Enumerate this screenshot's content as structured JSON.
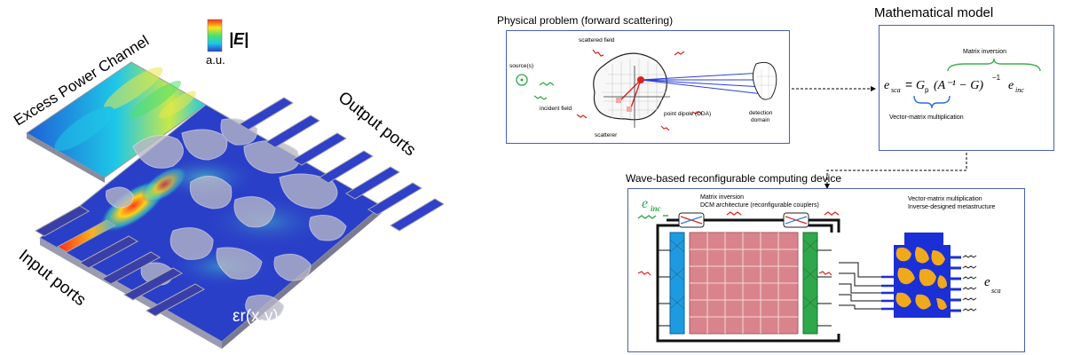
{
  "left_panel": {
    "colorbar_label": "|E|",
    "colorbar_unit": "a.u.",
    "labels": {
      "excess": "Excess Power Channel",
      "output": "Output ports",
      "input": "Input ports",
      "eps": "εr(x,y)"
    }
  },
  "physical_problem": {
    "title": "Physical problem (forward scattering)",
    "labels": {
      "source": "source(s)",
      "scattered": "scattered field",
      "incident": "incident field",
      "scatterer": "scatterer",
      "dipole": "point dipole (DDA)",
      "detection1": "detection",
      "detection2": "domain"
    }
  },
  "math_model": {
    "title": "Mathematical model",
    "matrix_inversion": "Matrix inversion",
    "vmm": "Vector-matrix multiplication",
    "equation": {
      "lhs": "e",
      "lhs_sub": "sca",
      "G": "G",
      "G_sub": "p",
      "inner": "(A⁻¹ − G)",
      "exp": "−1",
      "rhs": "e",
      "rhs_sub": "inc"
    }
  },
  "device": {
    "title": "Wave-based reconfigurable computing device",
    "e_inc": "e",
    "e_inc_sub": "inc",
    "dcm1": "Matrix inversion",
    "dcm2": "DCM architecture (reconfigurable couplers)",
    "vmm1": "Vector-matrix multiplication",
    "vmm2": "Inverse-designed metastructure",
    "e_sca": "e",
    "e_sca_sub": "sca"
  },
  "colors": {
    "substrate": "#2a3fc8",
    "pattern": "#b3b3c2",
    "metastructure_blue": "#1a2fd6",
    "metastructure_orange": "#f0a81c",
    "blue_block": "#1e9be0",
    "green_block": "#2ea84a",
    "matrix_pink": "#d9848c",
    "box_border": "#4a5fb3",
    "curly_blue": "#2f6ed6",
    "curly_green": "#3db04a"
  }
}
